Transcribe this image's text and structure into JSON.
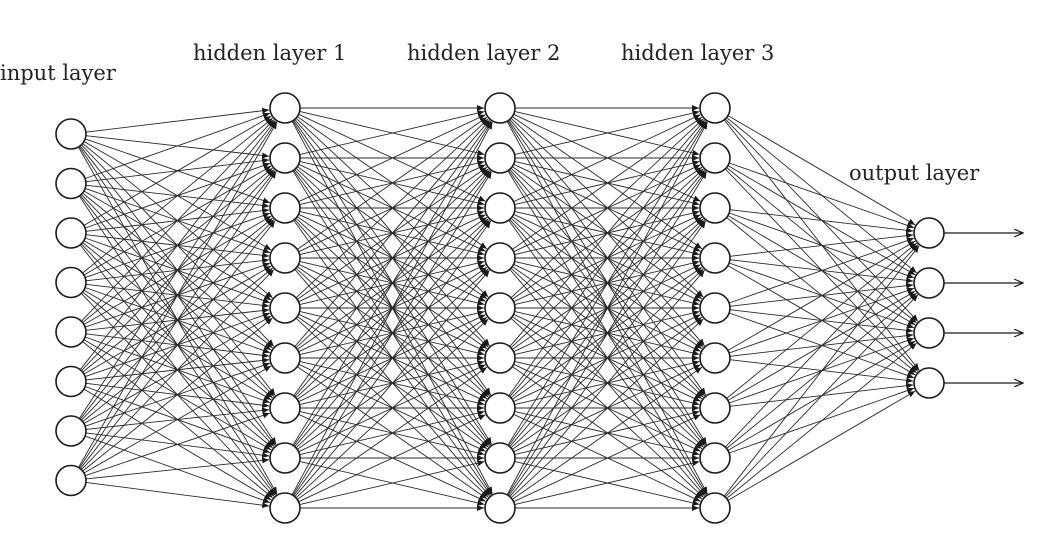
{
  "diagram": {
    "layers": [
      {
        "id": "input",
        "label": "input layer",
        "neurons": 8
      },
      {
        "id": "hidden-1",
        "label": "hidden layer 1",
        "neurons": 9
      },
      {
        "id": "hidden-2",
        "label": "hidden layer 2",
        "neurons": 9
      },
      {
        "id": "hidden-3",
        "label": "hidden layer 3",
        "neurons": 9
      },
      {
        "id": "output",
        "label": "output layer",
        "neurons": 4
      }
    ],
    "connectivity": "fully-connected",
    "output_arrows": true,
    "colors": {
      "stroke": "#1a1a1a",
      "neuron_fill": "#ffffff",
      "background": "#ffffff"
    }
  }
}
